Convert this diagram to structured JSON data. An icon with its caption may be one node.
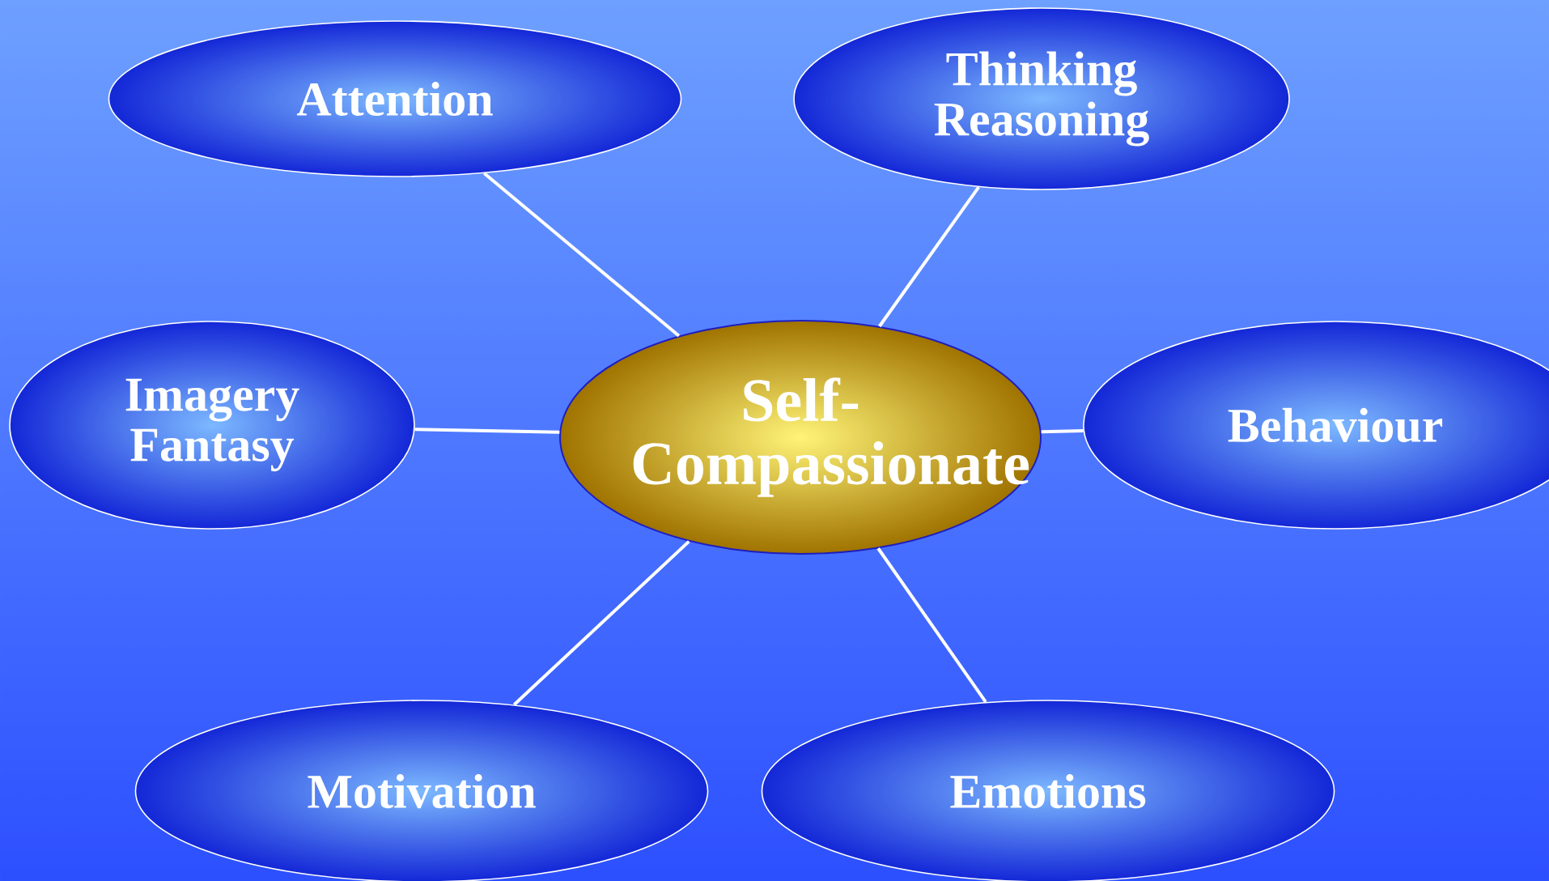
{
  "diagram": {
    "nodes": [
      {
        "text": [
          "Attention"
        ]
      },
      {
        "text": [
          "Thinking Reasoning"
        ]
      },
      {
        "text": [
          "Imagery Fantasy"
        ]
      },
      {
        "text": [
          "Self-Compassionate"
        ]
      },
      {
        "text": [
          "Behaviour"
        ]
      },
      {
        "text": [
          "Motivation"
        ]
      },
      {
        "text": [
          "Emotions"
        ]
      }
    ],
    "edges": [
      {
        "from": 3,
        "to": 0,
        "arrow": "none"
      },
      {
        "from": 3,
        "to": 1,
        "arrow": "none"
      },
      {
        "from": 3,
        "to": 2,
        "arrow": "none"
      },
      {
        "from": 3,
        "to": 4,
        "arrow": "none"
      },
      {
        "from": 3,
        "to": 5,
        "arrow": "none"
      },
      {
        "from": 3,
        "to": 6,
        "arrow": "none"
      }
    ]
  }
}
